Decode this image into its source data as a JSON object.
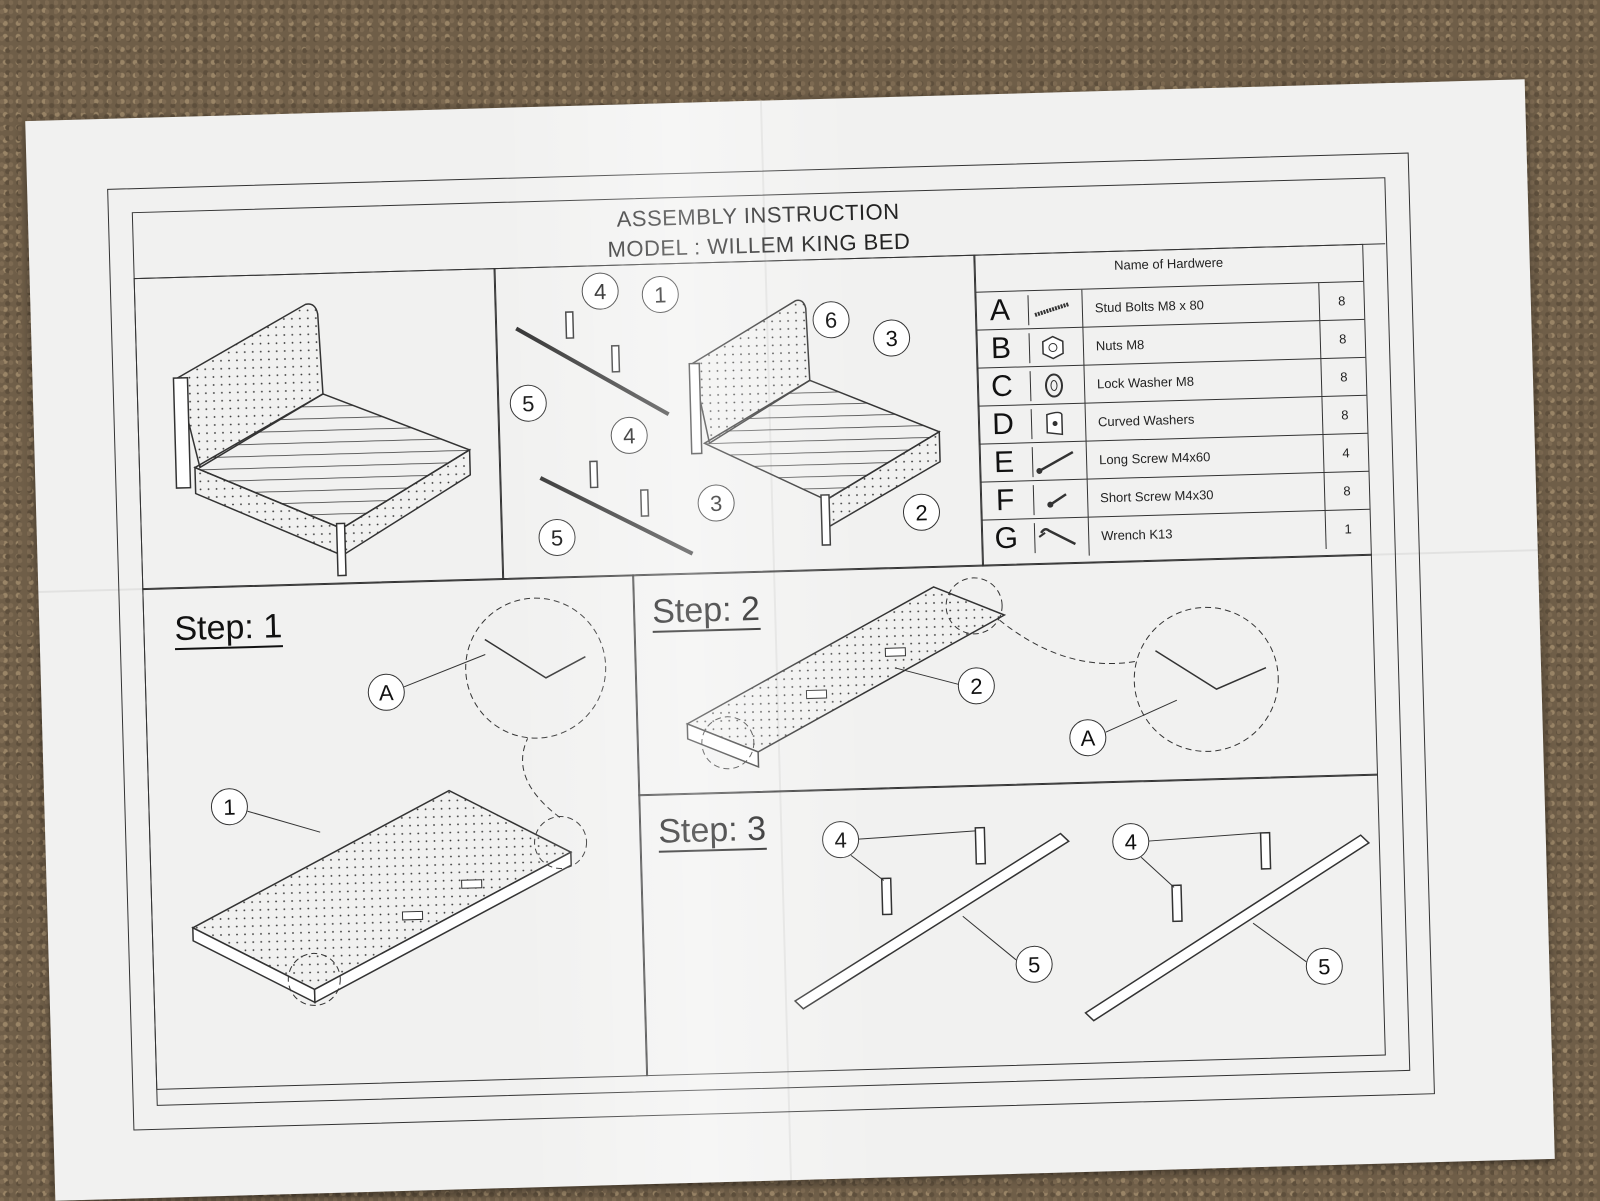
{
  "header": {
    "line1": "ASSEMBLY INSTRUCTION",
    "line2": "MODEL : WILLEM KING BED"
  },
  "hardware": {
    "title": "Name of Hardwere",
    "items": [
      {
        "letter": "A",
        "name": "Stud Bolts M8 x 80",
        "qty": "8",
        "icon": "stud-bolt-icon"
      },
      {
        "letter": "B",
        "name": "Nuts M8",
        "qty": "8",
        "icon": "nut-icon"
      },
      {
        "letter": "C",
        "name": "Lock Washer M8",
        "qty": "8",
        "icon": "lock-washer-icon"
      },
      {
        "letter": "D",
        "name": "Curved Washers",
        "qty": "8",
        "icon": "curved-washer-icon"
      },
      {
        "letter": "E",
        "name": "Long Screw M4x60",
        "qty": "4",
        "icon": "long-screw-icon"
      },
      {
        "letter": "F",
        "name": "Short Screw M4x30",
        "qty": "8",
        "icon": "short-screw-icon"
      },
      {
        "letter": "G",
        "name": "Wrench K13",
        "qty": "1",
        "icon": "wrench-icon"
      }
    ]
  },
  "exploded_view": {
    "callouts": [
      "1",
      "2",
      "3",
      "3",
      "4",
      "4",
      "5",
      "5",
      "6"
    ]
  },
  "steps": [
    {
      "label": "Step: 1",
      "callouts": [
        "1",
        "A"
      ]
    },
    {
      "label": "Step: 2",
      "callouts": [
        "2",
        "A"
      ]
    },
    {
      "label": "Step: 3",
      "callouts": [
        "4",
        "4",
        "5",
        "5"
      ]
    }
  ]
}
